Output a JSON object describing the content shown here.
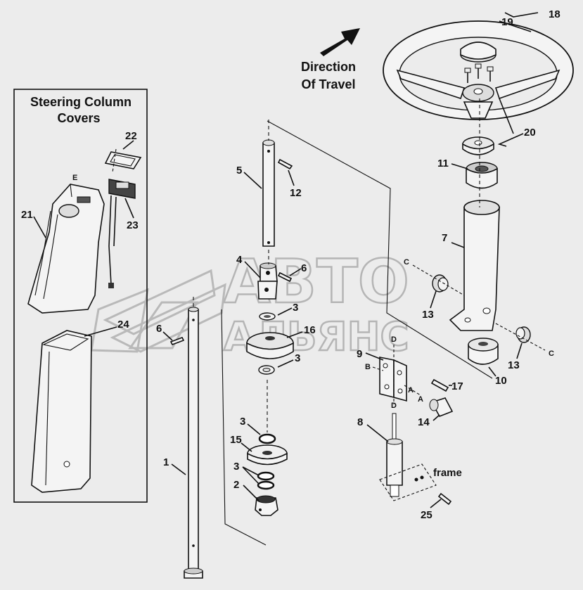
{
  "inset": {
    "title_line1": "Steering Column",
    "title_line2": "Covers"
  },
  "direction": {
    "line1": "Direction",
    "line2": "Of Travel"
  },
  "labels": {
    "p1": "1",
    "p2": "2",
    "p3a": "3",
    "p3b": "3",
    "p3c": "3",
    "p3d": "3",
    "p4": "4",
    "p5": "5",
    "p6a": "6",
    "p6b": "6",
    "p7": "7",
    "p8": "8",
    "p9": "9",
    "p10": "10",
    "p11": "11",
    "p12": "12",
    "p13a": "13",
    "p13b": "13",
    "p14": "14",
    "p15": "15",
    "p16": "16",
    "p17": "17",
    "p18": "18",
    "p19": "19",
    "p20": "20",
    "p21": "21",
    "p22": "22",
    "p23": "23",
    "p24": "24",
    "p25": "25"
  },
  "letters": {
    "a1": "A",
    "a2": "A",
    "b": "B",
    "c1": "C",
    "c2": "C",
    "d1": "D",
    "d2": "D",
    "e": "E"
  },
  "frame_label": "frame",
  "watermark": {
    "line1": "АВТО",
    "line2": "АЛЬЯНС"
  }
}
